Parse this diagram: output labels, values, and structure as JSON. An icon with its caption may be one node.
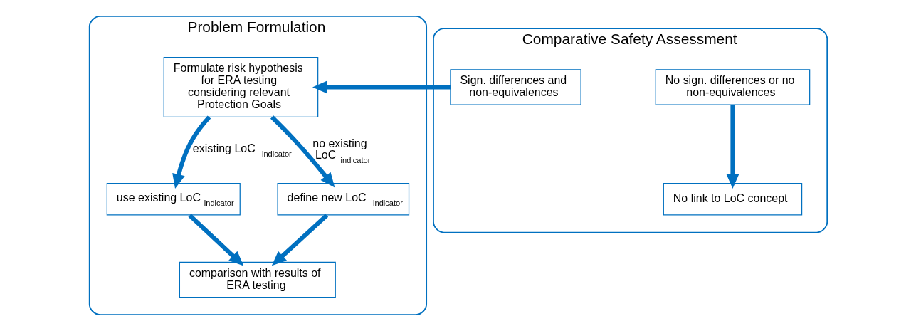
{
  "diagram": {
    "nodes": [
      {
        "text": [
          "Problem Formulation"
        ]
      },
      {
        "text": [
          "Formulate risk hypothesis for ERA testing considering relevant Protection Goals"
        ],
        "in": 0
      },
      {
        "text": [
          "use existing LoC$_{indicator}$"
        ],
        "in": 0
      },
      {
        "text": [
          "define new LoC $_{indicator}$"
        ],
        "in": 0
      },
      {
        "text": [
          "comparison with results of ERA testing"
        ],
        "in": 0
      },
      {
        "text": [
          "Comparative Safety Assessment"
        ]
      },
      {
        "text": [
          "Sign. differences and non-equivalences"
        ],
        "in": 5
      },
      {
        "text": [
          "No sign. differences or no non-equivalences"
        ],
        "in": 5
      },
      {
        "text": [
          "No link to LoC concept"
        ],
        "in": 5
      }
    ],
    "edges": [
      {
        "from": 6,
        "to": 1,
        "arrow": "to"
      },
      {
        "from": 1,
        "to": 2,
        "arrow": "to",
        "label": "existing LoC $_{indicator}$"
      },
      {
        "from": 1,
        "to": 3,
        "arrow": "to",
        "label": "no existing LoC $_{indicator}$"
      },
      {
        "from": 2,
        "to": 4,
        "arrow": "to"
      },
      {
        "from": 3,
        "to": 4,
        "arrow": "to"
      },
      {
        "from": 7,
        "to": 8,
        "arrow": "to"
      }
    ]
  }
}
